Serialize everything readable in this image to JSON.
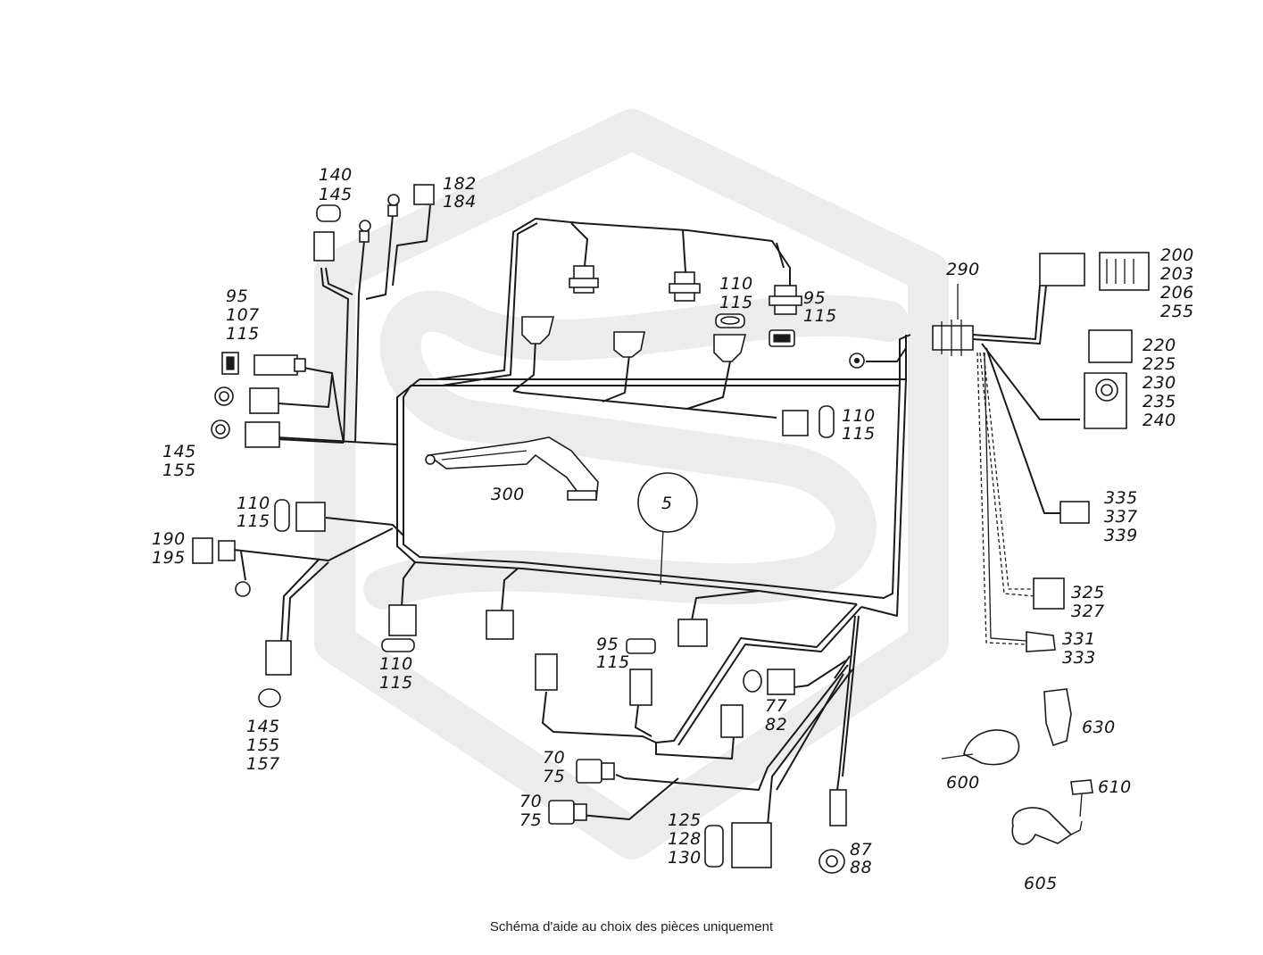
{
  "caption": "Schéma d'aide au choix des pièces uniquement",
  "colors": {
    "line": "#1a1a1a",
    "watermark": "#ececec",
    "background": "#ffffff"
  },
  "labels": [
    {
      "name": "ref-140-145",
      "lines": [
        "140",
        "145"
      ]
    },
    {
      "name": "ref-182-184",
      "lines": [
        "182",
        "184"
      ]
    },
    {
      "name": "ref-95-107-115",
      "lines": [
        "95",
        "107",
        "115"
      ]
    },
    {
      "name": "ref-145-155-left",
      "lines": [
        "145",
        "155"
      ]
    },
    {
      "name": "ref-110-115-top",
      "lines": [
        "110",
        "115"
      ]
    },
    {
      "name": "ref-95-115-top",
      "lines": [
        "95",
        "115"
      ]
    },
    {
      "name": "ref-290",
      "lines": [
        "290"
      ]
    },
    {
      "name": "ref-200-255",
      "lines": [
        "200",
        "203",
        "206",
        "255"
      ]
    },
    {
      "name": "ref-220-240",
      "lines": [
        "220",
        "225",
        "230",
        "235",
        "240"
      ]
    },
    {
      "name": "ref-110-115-right",
      "lines": [
        "110",
        "115"
      ]
    },
    {
      "name": "ref-300",
      "lines": [
        "300"
      ]
    },
    {
      "name": "ref-5",
      "lines": [
        "5"
      ]
    },
    {
      "name": "ref-335-339",
      "lines": [
        "335",
        "337",
        "339"
      ]
    },
    {
      "name": "ref-110-115-left",
      "lines": [
        "110",
        "115"
      ]
    },
    {
      "name": "ref-190-195",
      "lines": [
        "190",
        "195"
      ]
    },
    {
      "name": "ref-325-327",
      "lines": [
        "325",
        "327"
      ]
    },
    {
      "name": "ref-331-333",
      "lines": [
        "331",
        "333"
      ]
    },
    {
      "name": "ref-110-115-bottom",
      "lines": [
        "110",
        "115"
      ]
    },
    {
      "name": "ref-95-115-bottom",
      "lines": [
        "95",
        "115"
      ]
    },
    {
      "name": "ref-77-82",
      "lines": [
        "77",
        "82"
      ]
    },
    {
      "name": "ref-145-155-157",
      "lines": [
        "145",
        "155",
        "157"
      ]
    },
    {
      "name": "ref-630",
      "lines": [
        "630"
      ]
    },
    {
      "name": "ref-600",
      "lines": [
        "600"
      ]
    },
    {
      "name": "ref-610",
      "lines": [
        "610"
      ]
    },
    {
      "name": "ref-70-75-upper",
      "lines": [
        "70",
        "75"
      ]
    },
    {
      "name": "ref-70-75-lower",
      "lines": [
        "70",
        "75"
      ]
    },
    {
      "name": "ref-125-128-130",
      "lines": [
        "125",
        "128",
        "130"
      ]
    },
    {
      "name": "ref-87-88",
      "lines": [
        "87",
        "88"
      ]
    },
    {
      "name": "ref-605",
      "lines": [
        "605"
      ]
    }
  ]
}
